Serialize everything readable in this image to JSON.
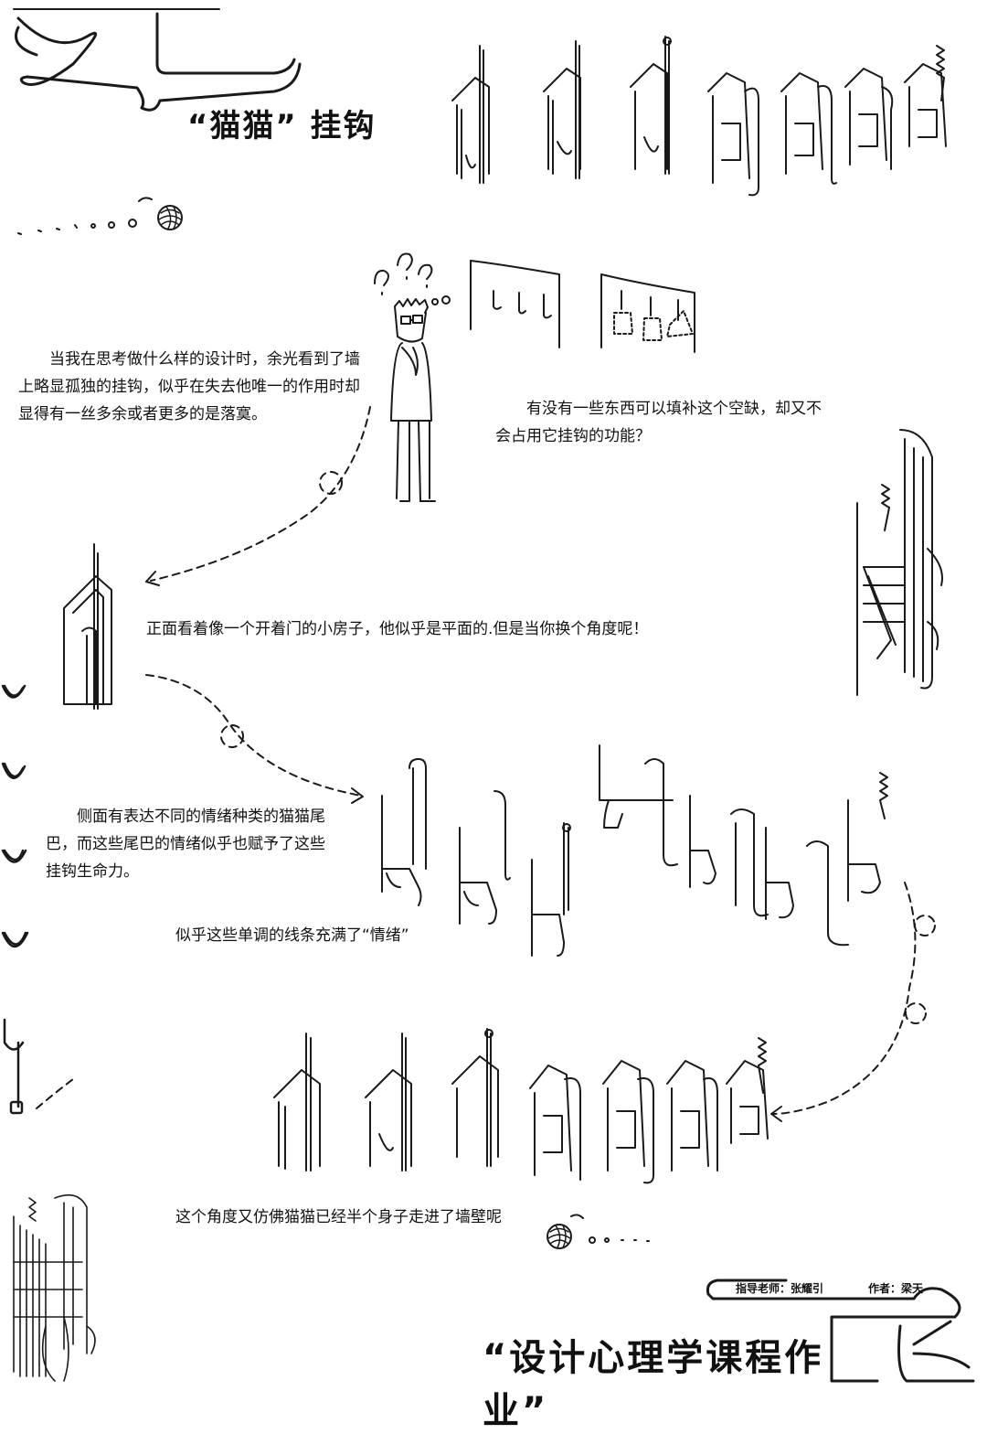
{
  "title": "“猫猫” 挂钩",
  "paragraphs": {
    "p1": "当我在思考做什么样的设计时，余光看到了墙上略显孤独的挂钩，似乎在失去他唯一的作用时却显得有一丝多余或者更多的是落寞。",
    "p2": "有没有一些东西可以填补这个空缺，却又不会占用它挂钩的功能？",
    "p3": "正面看着像一个开着门的小房子，他似乎是平面的.但是当你换个角度呢！",
    "p4": "侧面有表达不同的情绪种类的猫猫尾巴，而这些尾巴的情绪似乎也赋予了这些挂钩生命力。",
    "p5": "似乎这些单调的线条充满了“情绪”",
    "p6": "这个角度又仿佛猫猫已经半个身子走进了墙壁呢"
  },
  "credits": {
    "teacher": "指导老师：张耀引",
    "author": "作者：梁天"
  },
  "course_title": "“设计心理学课程作业”",
  "icons": [
    "yarn-ball-icon",
    "thinking-person-icon",
    "hook-house-icon",
    "cat-hook-icon",
    "question-mark-icon"
  ]
}
